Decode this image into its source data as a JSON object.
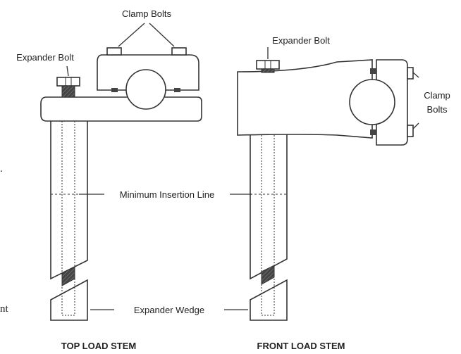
{
  "labels": {
    "clamp_bolts_top": "Clamp Bolts",
    "expander_bolt_top": "Expander Bolt",
    "expander_bolt_front": "Expander Bolt",
    "clamp_front_1": "Clamp",
    "clamp_front_2": "Bolts",
    "min_insertion": "Minimum Insertion Line",
    "expander_wedge": "Expander Wedge"
  },
  "captions": {
    "top_load": "TOP LOAD STEM",
    "front_load": "FRONT LOAD STEM"
  },
  "edge_text": {
    "char_1": ".",
    "char_2": "nt"
  },
  "colors": {
    "line": "#333333",
    "fill": "#ffffff",
    "wedge": "#555555",
    "insert_bg": "#ffffff"
  }
}
